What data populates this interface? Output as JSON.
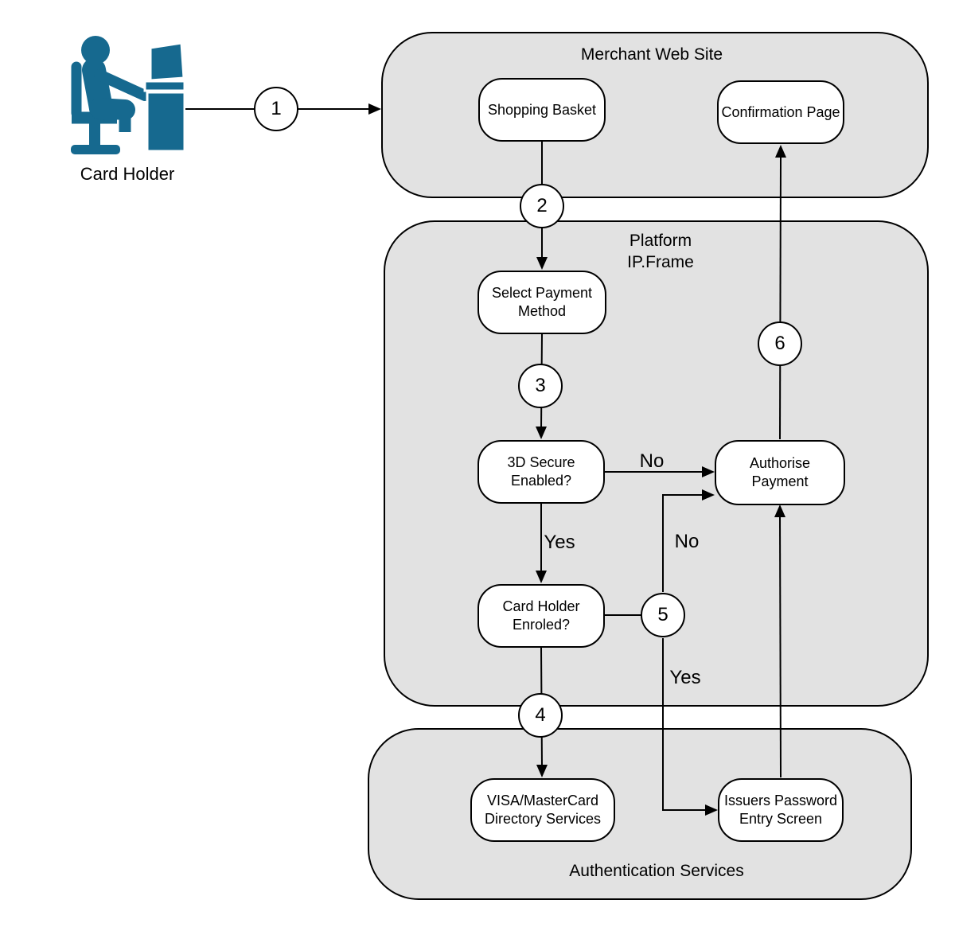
{
  "actor": {
    "label": "Card Holder"
  },
  "containers": {
    "merchant": {
      "title": "Merchant Web Site"
    },
    "platform": {
      "title_line1": "Platform",
      "title_line2": "IP.Frame"
    },
    "auth": {
      "title": "Authentication Services"
    }
  },
  "nodes": {
    "shopping_basket": {
      "line1": "Shopping Basket"
    },
    "confirmation_page": {
      "line1": "Confirmation Page"
    },
    "select_payment_method": {
      "line1": "Select Payment",
      "line2": "Method"
    },
    "secure_3d": {
      "line1": "3D Secure",
      "line2": "Enabled?"
    },
    "authorise_payment": {
      "line1": "Authorise",
      "line2": "Payment"
    },
    "card_holder_enroled": {
      "line1": "Card Holder",
      "line2": "Enroled?"
    },
    "visa_directory": {
      "line1": "VISA/MasterCard",
      "line2": "Directory Services"
    },
    "issuers_password": {
      "line1": "Issuers Password",
      "line2": "Entry Screen"
    }
  },
  "steps": {
    "step1": "1",
    "step2": "2",
    "step3": "3",
    "step4": "4",
    "step5": "5",
    "step6": "6"
  },
  "edge_labels": {
    "secure_no": "No",
    "secure_yes": "Yes",
    "enroled_no": "No",
    "enroled_yes": "Yes"
  },
  "colors": {
    "container_fill": "#e2e2e2",
    "node_fill": "#ffffff",
    "stroke": "#000000",
    "actor_blue": "#16698f"
  }
}
